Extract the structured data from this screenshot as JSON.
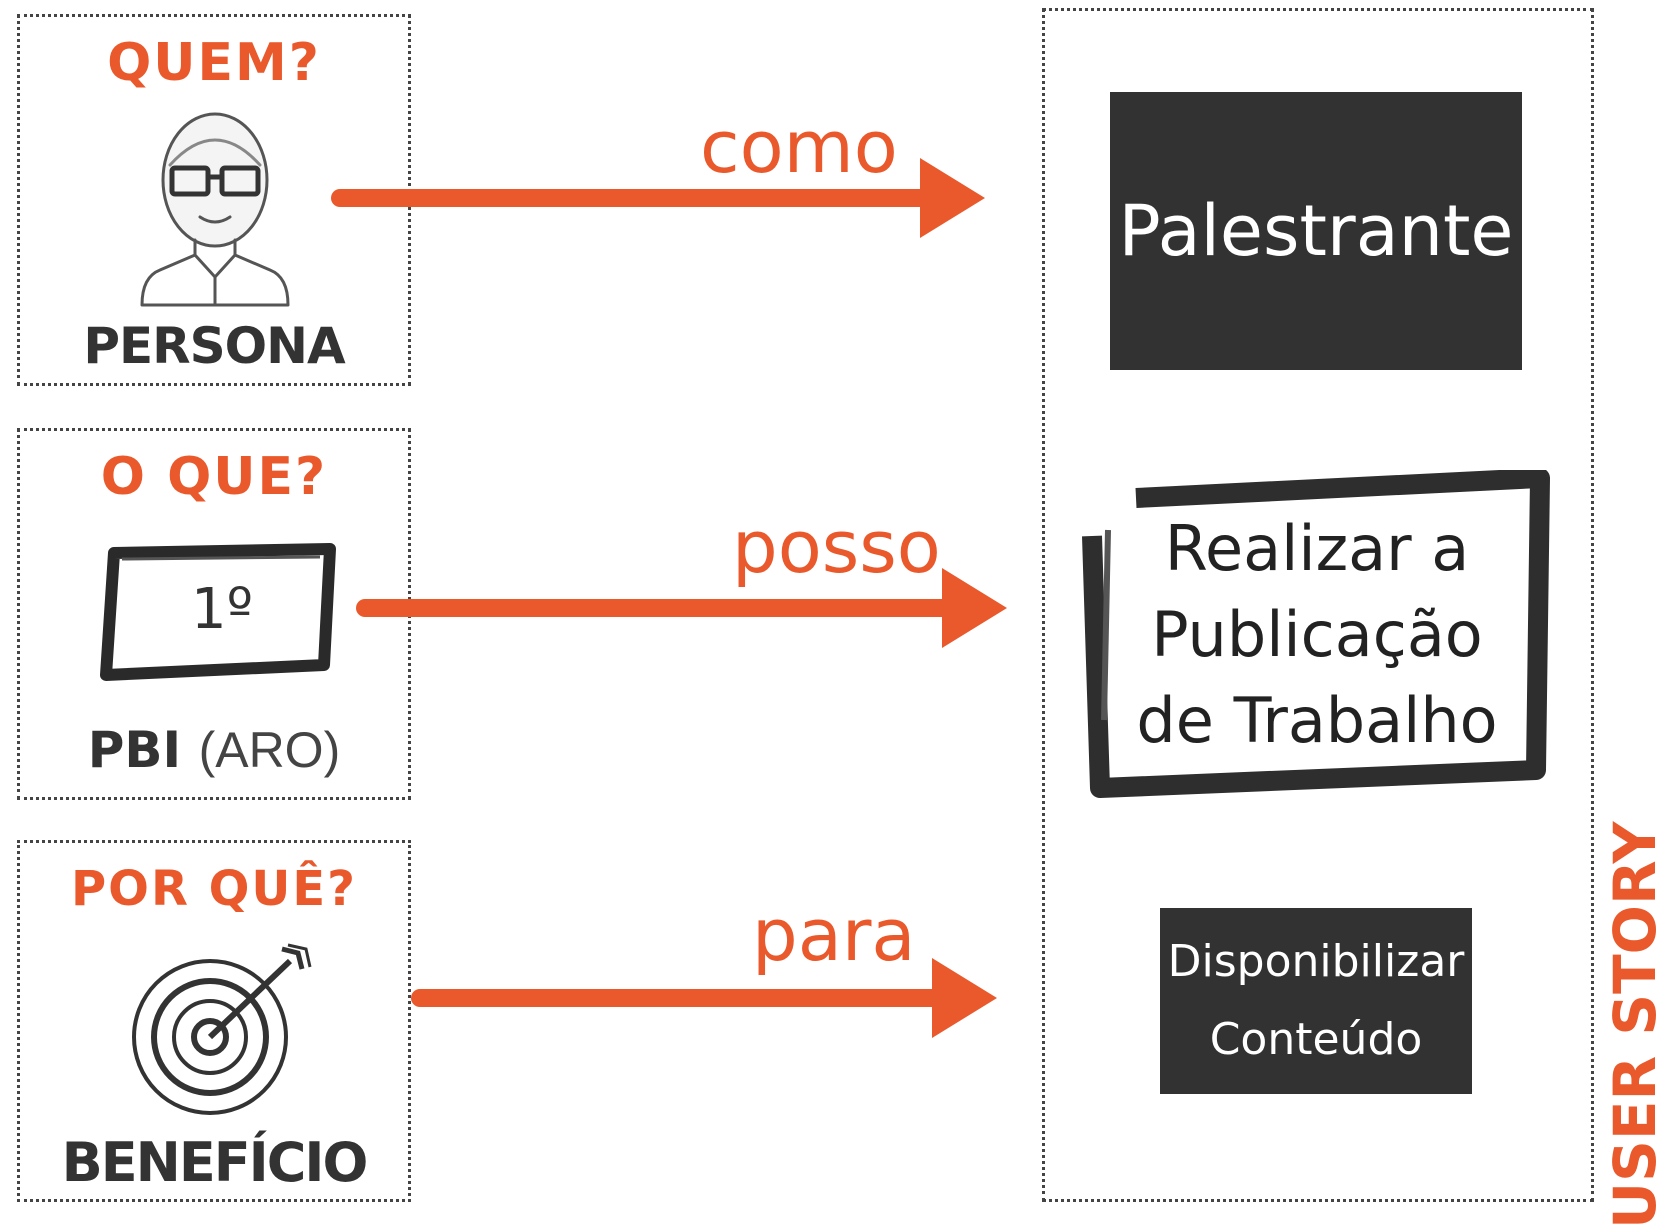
{
  "who": {
    "question": "QUEM?",
    "label": "PERSONA",
    "icon": "person-icon"
  },
  "what": {
    "question": "O QUE?",
    "label_bold": "PBI",
    "label_thin": "(ARO)",
    "card_text": "1º",
    "icon": "card-icon"
  },
  "why": {
    "question": "POR QUÊ?",
    "label": "BENEFÍCIO",
    "icon": "target-icon"
  },
  "connectors": {
    "como": "como",
    "posso": "posso",
    "para": "para"
  },
  "story": {
    "persona": "Palestrante",
    "action_lines": [
      "Realizar a",
      "Publicação",
      "de Trabalho"
    ],
    "benefit_lines": [
      "Disponibilizar",
      "Conteúdo"
    ],
    "title": "USER STORY"
  },
  "colors": {
    "accent": "#e9592b",
    "dark": "#323232",
    "ink": "#333333"
  }
}
